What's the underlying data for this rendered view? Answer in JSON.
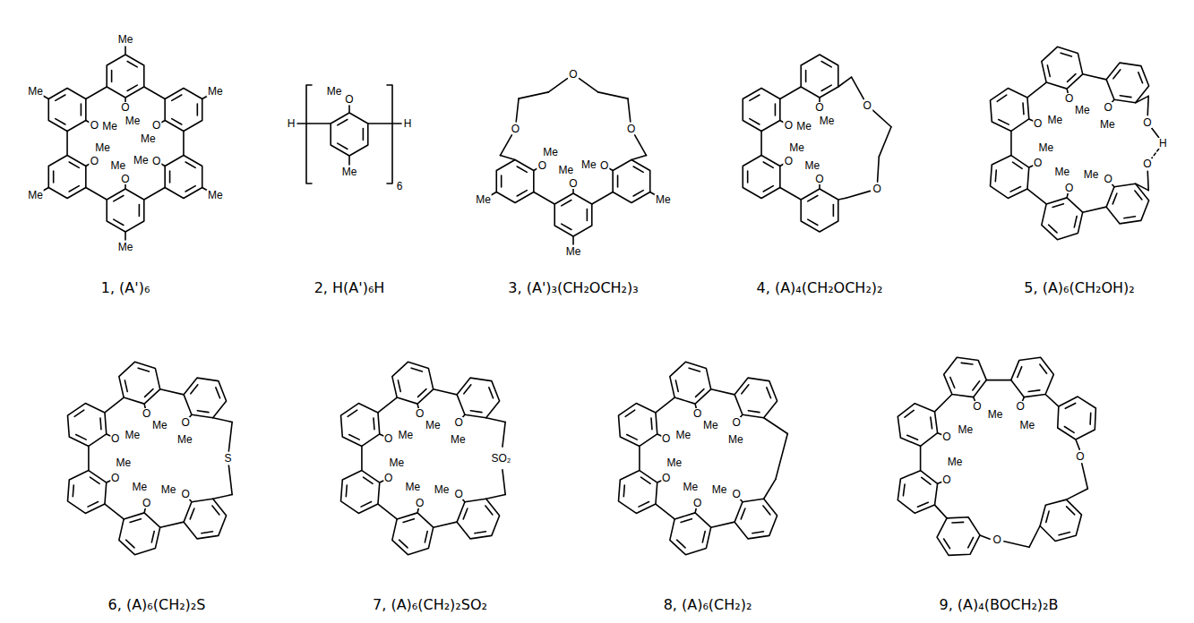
{
  "diagram": {
    "labels": [
      "Me",
      "O",
      "Me",
      "Me",
      "O",
      "Me",
      "Me",
      "O",
      "Me",
      "Me",
      "O",
      "Me",
      "Me",
      "O",
      "Me",
      "Me",
      "O",
      "Me",
      "1, (A')₆",
      "H",
      "O",
      "Me",
      "Me",
      "H",
      "6",
      "2, H(A')₆H",
      "Me",
      "O",
      "Me",
      "Me",
      "O",
      "Me",
      "Me",
      "O",
      "Me",
      "O",
      "O",
      "O",
      "3, (A')₃(CH₂OCH₂)₃",
      "Me",
      "O",
      "Me",
      "O",
      "Me",
      "O",
      "Me",
      "O",
      "O",
      "O",
      "4, (A)₄(CH₂OCH₂)₂",
      "Me",
      "O",
      "Me",
      "O",
      "Me",
      "O",
      "Me",
      "O",
      "Me",
      "O",
      "Me",
      "O",
      "O",
      "H",
      "O",
      "5, (A)₆(CH₂OH)₂",
      "Me",
      "O",
      "Me",
      "O",
      "Me",
      "O",
      "Me",
      "O",
      "Me",
      "O",
      "Me",
      "O",
      "S",
      "6, (A)₆(CH₂)₂S",
      "Me",
      "O",
      "Me",
      "O",
      "Me",
      "O",
      "Me",
      "O",
      "Me",
      "O",
      "Me",
      "O",
      "SO₂",
      "7, (A)₆(CH₂)₂SO₂",
      "Me",
      "O",
      "Me",
      "O",
      "Me",
      "O",
      "Me",
      "O",
      "Me",
      "O",
      "Me",
      "O",
      "8, (A)₆(CH₂)₂",
      "Me",
      "O",
      "Me",
      "O",
      "Me",
      "O",
      "Me",
      "O",
      "O",
      "O",
      "9, (A)₄(BOCH₂)₂B"
    ]
  }
}
